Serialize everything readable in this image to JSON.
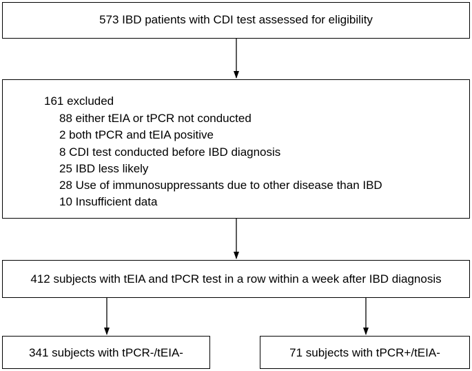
{
  "flow": {
    "top_box": "573 IBD patients with CDI test assessed for eligibility",
    "excluded": {
      "title": "161 excluded",
      "items": [
        "88 either tEIA or tPCR not conducted",
        "2 both tPCR and tEIA positive",
        "8 CDI test conducted before IBD diagnosis",
        "25 IBD less likely",
        "28 Use of immunosuppressants due to other disease than IBD",
        "10 Insufficient data"
      ]
    },
    "middle_box": "412 subjects with tEIA and tPCR test in a row within a week after IBD diagnosis",
    "left_box": "341 subjects with tPCR-/tEIA-",
    "right_box": "71 subjects with tPCR+/tEIA-"
  }
}
